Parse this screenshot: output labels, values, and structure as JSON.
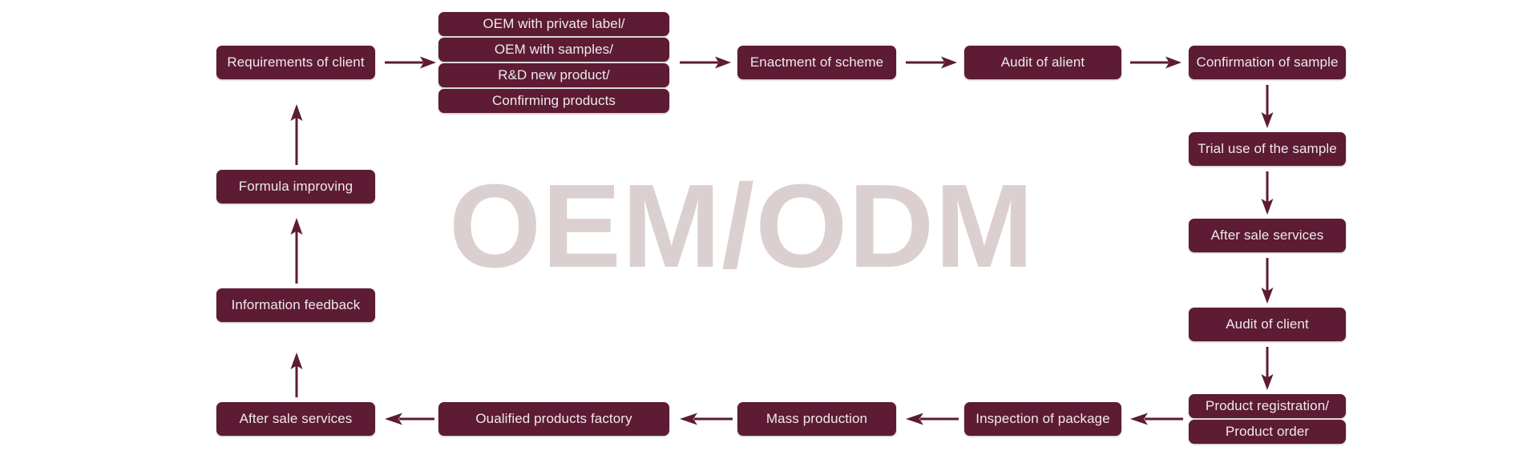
{
  "diagram": {
    "title": "OEM/ODM",
    "watermark": "OEM/ODM",
    "accent_color": "#5d1b34",
    "watermark_color": "#dbcfd0",
    "text_color": "#eeeaea",
    "background_color": "#ffffff",
    "type": "process-flowchart",
    "direction": "clockwise-loop"
  },
  "nodes": {
    "requirements_of_client": "Requirements of client",
    "oem_private_label": "OEM with private label/",
    "oem_with_samples": "OEM with samples/",
    "rd_new_product": "R&D new product/",
    "confirming_products": "Confirming products",
    "enactment_of_scheme": "Enactment of scheme",
    "audit_of_alient": "Audit of alient",
    "confirmation_of_sample": "Confirmation of sample",
    "trial_use_of_the_sample": "Trial use of the sample",
    "after_sale_services_right": "After sale services",
    "audit_of_client": "Audit of client",
    "product_registration": "Product registration/",
    "product_order": "Product order",
    "inspection_of_package": "Inspection of package",
    "mass_production": "Mass production",
    "qualified_products_factory": "Oualified products factory",
    "after_sale_services_left": "After sale services",
    "information_feedback": "Information feedback",
    "formula_improving": "Formula improving"
  },
  "arrows": [
    {
      "name": "arrow-requirements-to-options",
      "direction": "right"
    },
    {
      "name": "arrow-options-to-enactment",
      "direction": "right"
    },
    {
      "name": "arrow-enactment-to-audit-alient",
      "direction": "right"
    },
    {
      "name": "arrow-audit-alient-to-confirmation",
      "direction": "right"
    },
    {
      "name": "arrow-confirmation-to-trial",
      "direction": "down"
    },
    {
      "name": "arrow-trial-to-after-sale",
      "direction": "down"
    },
    {
      "name": "arrow-after-sale-to-audit-client",
      "direction": "down"
    },
    {
      "name": "arrow-audit-client-to-product-registration",
      "direction": "down"
    },
    {
      "name": "arrow-product-order-to-inspection",
      "direction": "left"
    },
    {
      "name": "arrow-inspection-to-mass-production",
      "direction": "left"
    },
    {
      "name": "arrow-mass-production-to-qualified",
      "direction": "left"
    },
    {
      "name": "arrow-qualified-to-after-sale",
      "direction": "left"
    },
    {
      "name": "arrow-after-sale-to-information-feedback",
      "direction": "up"
    },
    {
      "name": "arrow-information-feedback-to-formula",
      "direction": "up"
    },
    {
      "name": "arrow-formula-to-requirements",
      "direction": "up"
    }
  ]
}
